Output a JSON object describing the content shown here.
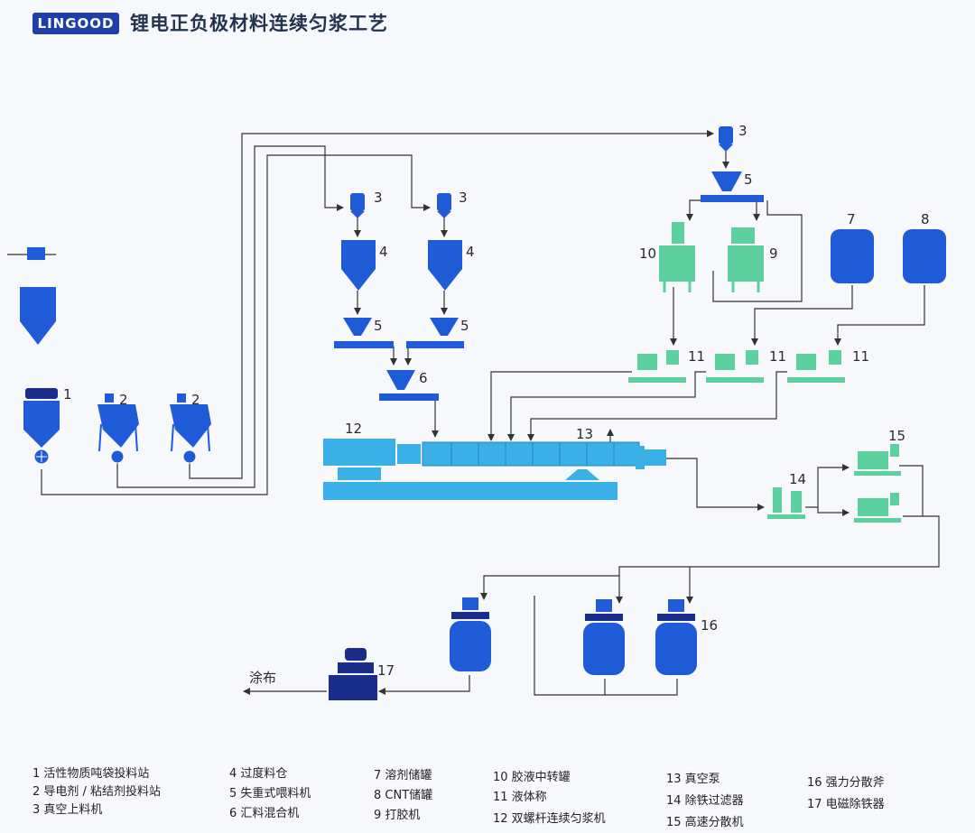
{
  "header": {
    "logo": "LINGOOD",
    "title": "锂电正负极材料连续匀浆工艺"
  },
  "labels": {
    "n1": "1",
    "n2": "2",
    "n3": "3",
    "n4": "4",
    "n5": "5",
    "n6": "6",
    "n7": "7",
    "n8": "8",
    "n9": "9",
    "n10": "10",
    "n11": "11",
    "n12": "12",
    "n13": "13",
    "n14": "14",
    "n15": "15",
    "n16": "16",
    "n17": "17",
    "output": "涂布"
  },
  "legend": [
    "1 活性物质吨袋投料站",
    "2 导电剂 / 粘结剂投料站",
    "3 真空上料机",
    "4 过度料仓",
    "5 失重式喂料机",
    "6 汇料混合机",
    "7 溶剂储罐",
    "8 CNT储罐",
    "9 打胶机",
    "10 胶液中转罐",
    "11 液体称",
    "12 双螺杆连续匀浆机",
    "13 真空泵",
    "14 除铁过滤器",
    "15 高速分散机",
    "16 强力分散斧",
    "17 电磁除铁器"
  ],
  "colors": {
    "blue": "#1f5bd6",
    "cyan": "#3ab0e6",
    "green": "#5ed0a0",
    "navy": "#1a2d8a",
    "line": "#333333"
  }
}
